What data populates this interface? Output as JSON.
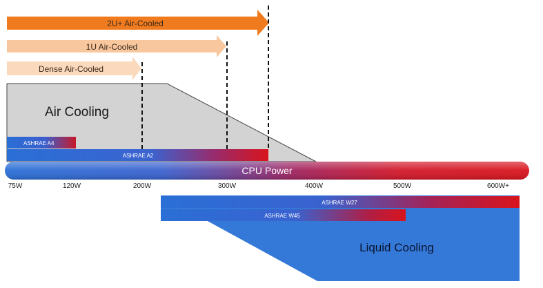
{
  "arrows": {
    "two_u": "2U+ Air-Cooled",
    "one_u": "1U Air-Cooled",
    "dense": "Dense Air-Cooled"
  },
  "regions": {
    "air_cooling": "Air Cooling",
    "liquid_cooling": "Liquid Cooling"
  },
  "bars": {
    "ashrae_a4": "ASHRAE A4",
    "ashrae_a2": "ASHRAE A2",
    "ashrae_w27": "ASHRAE W27",
    "ashrae_w45": "ASHRAE W45",
    "cpu_power": "CPU Power"
  },
  "axis_ticks": [
    "75W",
    "120W",
    "200W",
    "300W",
    "400W",
    "500W",
    "600W+"
  ],
  "colors": {
    "arrow_dark": "#f07a1e",
    "arrow_light": "#f8c79e",
    "arrow_lighter": "#fbd9bd",
    "air_gray": "#d3d3d3",
    "liquid_blue": "#3579d8",
    "bar_red": "#d8141c",
    "bar_blue": "#2a6fd6"
  }
}
